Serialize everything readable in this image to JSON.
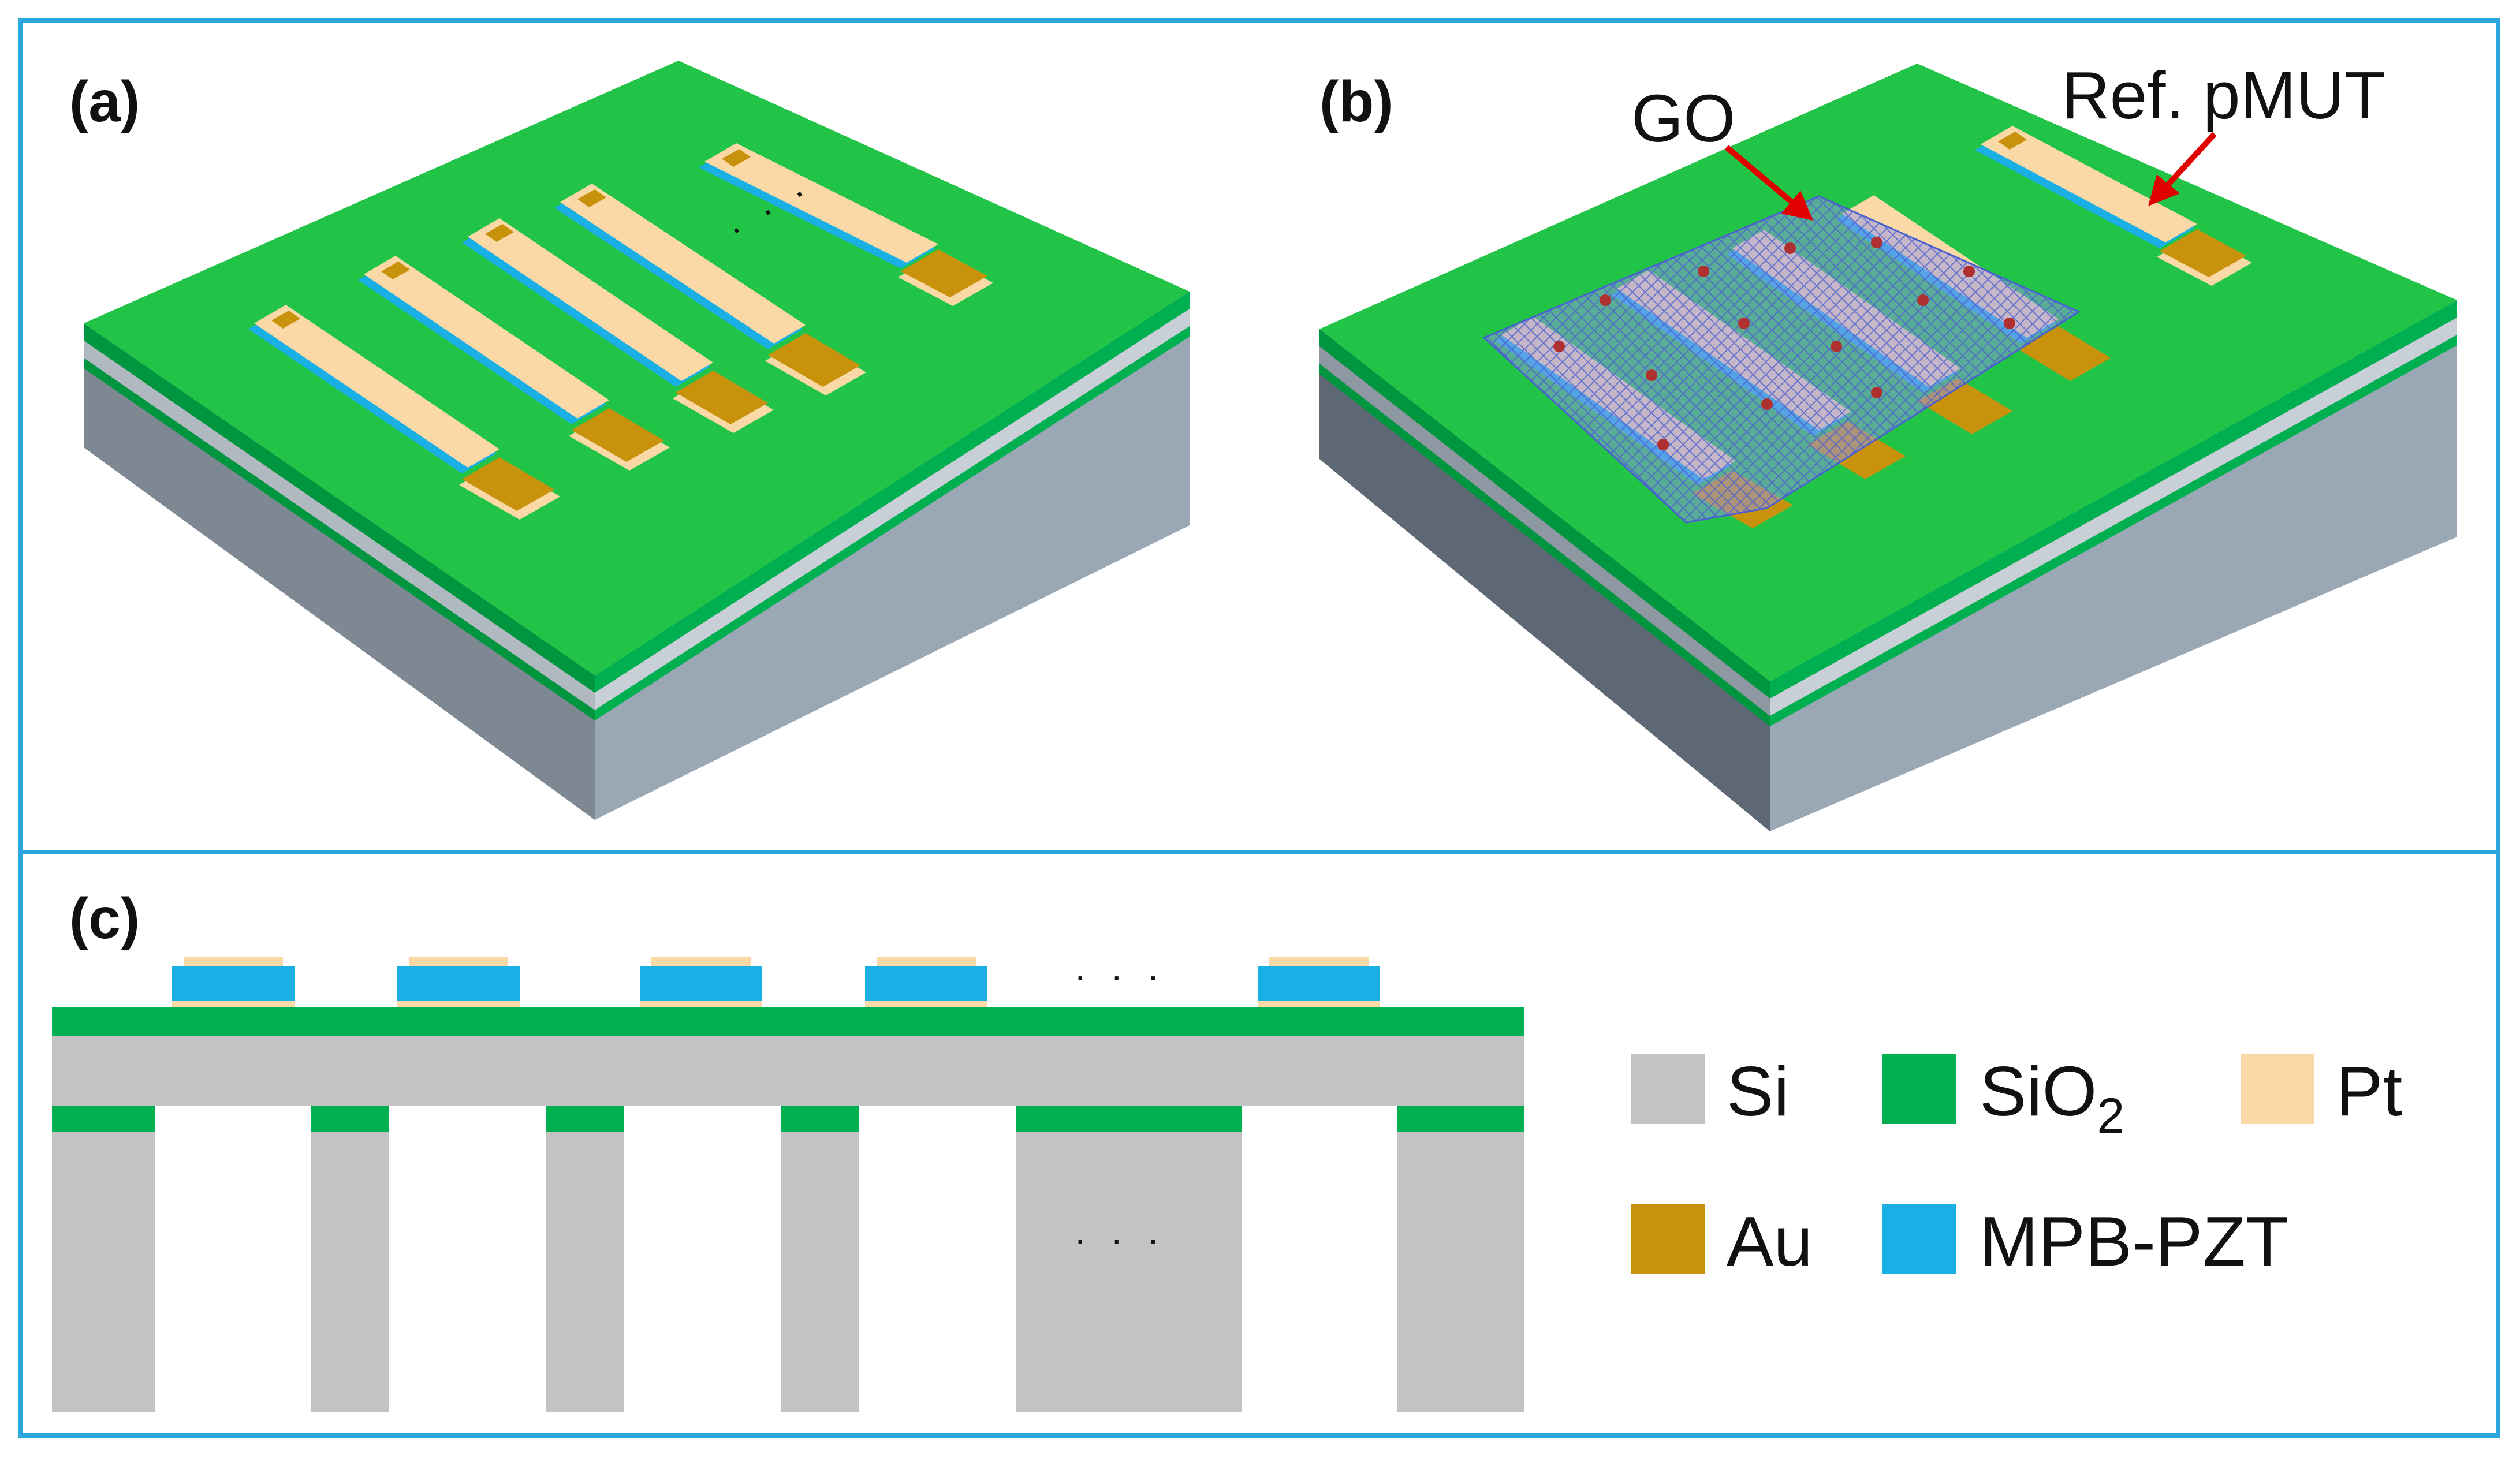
{
  "figure": {
    "colors": {
      "frame": "#2aa6dc",
      "si": "#c3c3c3",
      "si_3d_front": "#9aa8b5",
      "si_3d_side": "#7d8893",
      "sio2": "#00b050",
      "sio2_3d_top": "#22c447",
      "pt": "#fad9a6",
      "au": "#c8920c",
      "mpb_pzt": "#1ab0e6",
      "arrow": "#e00000",
      "go_mesh": "#4a5fd0"
    },
    "panel_a": {
      "label": "(a)",
      "ellipsis": "· · ·"
    },
    "panel_b": {
      "label": "(b)",
      "go_label": "GO",
      "ref_label": "Ref. pMUT"
    },
    "panel_c": {
      "label": "(c)",
      "top_ellipsis": "· · ·",
      "bottom_ellipsis": "· · ·",
      "legend": {
        "si": "Si",
        "sio2_main": "SiO",
        "sio2_sub": "2",
        "pt": "Pt",
        "au": "Au",
        "mpb_pzt": "MPB-PZT"
      }
    }
  }
}
